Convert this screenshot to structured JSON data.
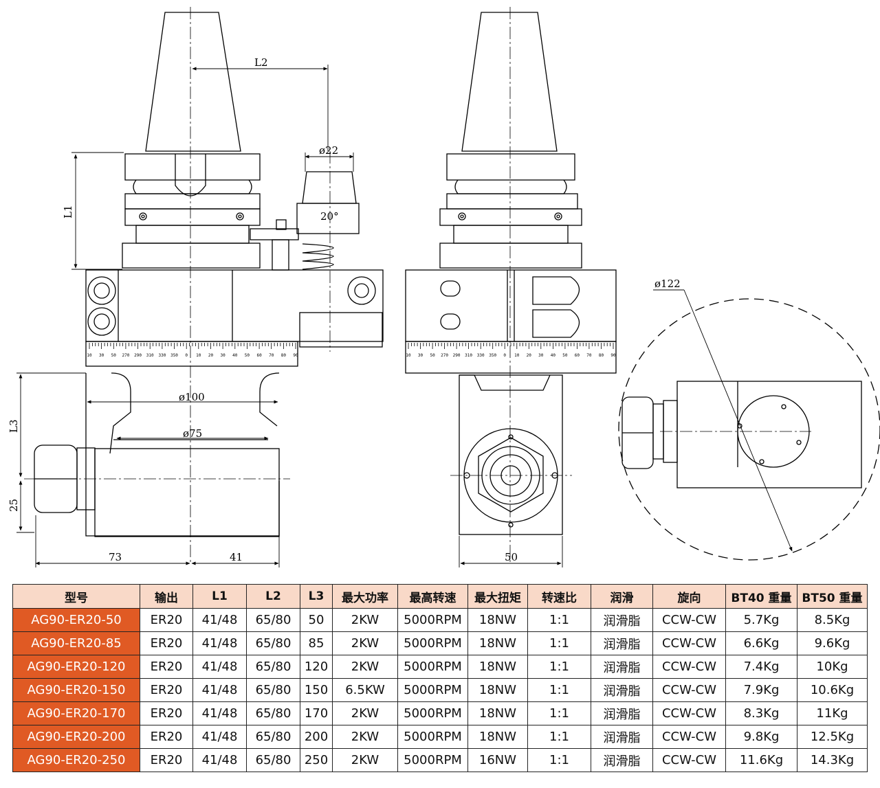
{
  "dimensions": {
    "L2": "L2",
    "d22": "ø22",
    "angle20": "20°",
    "L1": "L1",
    "L3": "L3",
    "d100": "ø100",
    "d75": "ø75",
    "dim25": "25",
    "dim73": "73",
    "dim41": "41",
    "dim50": "50",
    "d122": "ø122"
  },
  "scale_left": [
    "10",
    "30",
    "50",
    "270",
    "290",
    "310",
    "330",
    "350",
    "0",
    "10",
    "20",
    "30",
    "40",
    "50",
    "60",
    "70",
    "80",
    "90"
  ],
  "scale_mid": [
    "10",
    "30",
    "50",
    "270",
    "290",
    "310",
    "330",
    "350",
    "0",
    "10",
    "20",
    "30",
    "40",
    "50",
    "60",
    "70",
    "80",
    "90"
  ],
  "colors": {
    "header_bg": "#f9d9c8",
    "model_bg": "#e05a24",
    "model_text": "#ffffff"
  },
  "table": {
    "headers": [
      "型号",
      "输出",
      "L1",
      "L2",
      "L3",
      "最大功率",
      "最高转速",
      "最大扭矩",
      "转速比",
      "润滑",
      "旋向",
      "BT40 重量",
      "BT50 重量"
    ],
    "rows": [
      [
        "AG90-ER20-50",
        "ER20",
        "41/48",
        "65/80",
        "50",
        "2KW",
        "5000RPM",
        "18NW",
        "1:1",
        "润滑脂",
        "CCW-CW",
        "5.7Kg",
        "8.5Kg"
      ],
      [
        "AG90-ER20-85",
        "ER20",
        "41/48",
        "65/80",
        "85",
        "2KW",
        "5000RPM",
        "18NW",
        "1:1",
        "润滑脂",
        "CCW-CW",
        "6.6Kg",
        "9.6Kg"
      ],
      [
        "AG90-ER20-120",
        "ER20",
        "41/48",
        "65/80",
        "120",
        "2KW",
        "5000RPM",
        "18NW",
        "1:1",
        "润滑脂",
        "CCW-CW",
        "7.4Kg",
        "10Kg"
      ],
      [
        "AG90-ER20-150",
        "ER20",
        "41/48",
        "65/80",
        "150",
        "6.5KW",
        "5000RPM",
        "18NW",
        "1:1",
        "润滑脂",
        "CCW-CW",
        "7.9Kg",
        "10.6Kg"
      ],
      [
        "AG90-ER20-170",
        "ER20",
        "41/48",
        "65/80",
        "170",
        "2KW",
        "5000RPM",
        "18NW",
        "1:1",
        "润滑脂",
        "CCW-CW",
        "8.3Kg",
        "11Kg"
      ],
      [
        "AG90-ER20-200",
        "ER20",
        "41/48",
        "65/80",
        "200",
        "2KW",
        "5000RPM",
        "18NW",
        "1:1",
        "润滑脂",
        "CCW-CW",
        "9.8Kg",
        "12.5Kg"
      ],
      [
        "AG90-ER20-250",
        "ER20",
        "41/48",
        "65/80",
        "250",
        "2KW",
        "5000RPM",
        "16NW",
        "1:1",
        "润滑脂",
        "CCW-CW",
        "11.6Kg",
        "14.3Kg"
      ]
    ]
  }
}
